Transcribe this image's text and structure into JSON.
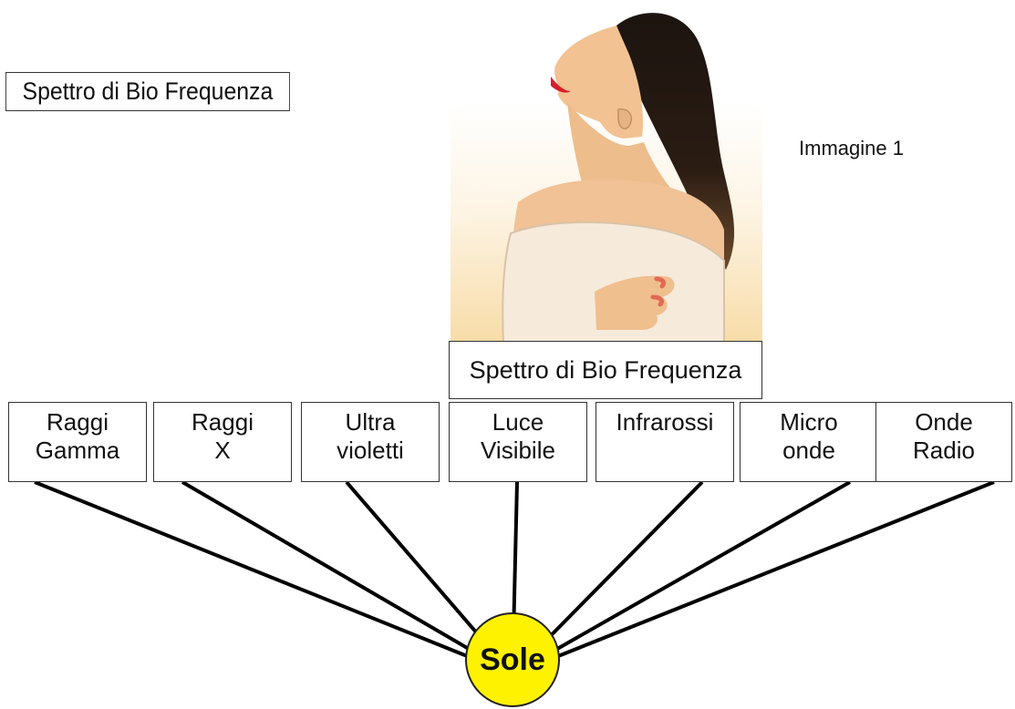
{
  "title": "Spettro di Bio Frequenza",
  "image_label": "Immagine 1",
  "illustration_caption": "Spettro di Bio Frequenza",
  "categories": [
    {
      "line1": "Raggi",
      "line2": "Gamma"
    },
    {
      "line1": "Raggi",
      "line2": "X"
    },
    {
      "line1": "Ultra",
      "line2": "violetti"
    },
    {
      "line1": "Luce",
      "line2": "Visibile"
    },
    {
      "line1": "Infrarossi",
      "line2": ""
    },
    {
      "line1": "Micro",
      "line2": "onde"
    },
    {
      "line1": "Onde",
      "line2": "Radio"
    }
  ],
  "center": "Sole",
  "colors": {
    "sun": "#fff200",
    "line": "#000000"
  }
}
